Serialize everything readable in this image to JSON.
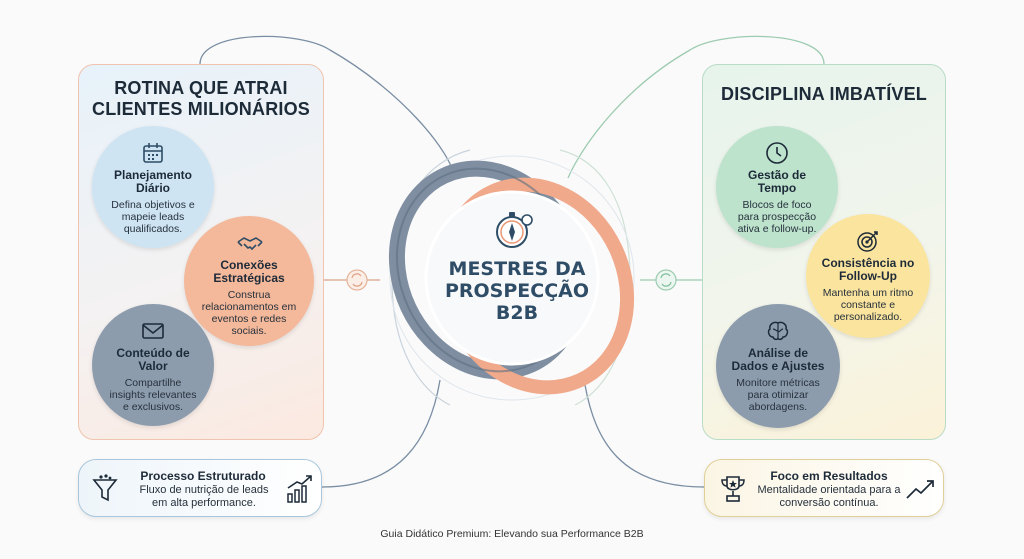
{
  "hub": {
    "title": "MESTRES DA PROSPECÇÃO B2B",
    "icon": "compass-gear-icon"
  },
  "left_panel": {
    "title": "ROTINA QUE ATRAI CLIENTES MILIONÁRIOS",
    "items": [
      {
        "title": "Planejamento Diário",
        "desc": "Defina objetivos e mapeie leads qualificados.",
        "icon": "calendar-icon"
      },
      {
        "title": "Conexões Estratégicas",
        "desc": "Construa relacionamentos em eventos e redes sociais.",
        "icon": "handshake-icon"
      },
      {
        "title": "Conteúdo de Valor",
        "desc": "Compartilhe insights relevantes e exclusivos.",
        "icon": "envelope-icon"
      }
    ]
  },
  "right_panel": {
    "title": "DISCIPLINA IMBATÍVEL",
    "items": [
      {
        "title": "Gestão de Tempo",
        "desc": "Blocos de foco para prospecção ativa e follow-up.",
        "icon": "clock-icon"
      },
      {
        "title": "Consistência no Follow-Up",
        "desc": "Mantenha um ritmo constante e personalizado.",
        "icon": "target-icon"
      },
      {
        "title": "Análise de Dados e Ajustes",
        "desc": "Monitore métricas para otimizar abordagens.",
        "icon": "brain-icon"
      }
    ]
  },
  "bottom_left": {
    "title": "Processo Estruturado",
    "desc": "Fluxo de nutrição de leads em alta performance.",
    "icons": [
      "funnel-icon",
      "growth-bars-icon"
    ]
  },
  "bottom_right": {
    "title": "Foco em Resultados",
    "desc": "Mentalidade orientada para a conversão contínua.",
    "icons": [
      "trophy-icon",
      "trend-arrow-icon"
    ]
  },
  "footer": "Guia Didático Premium: Elevando sua Performance B2B",
  "colors": {
    "blue": "#cfe4f3",
    "peach": "#f4b89a",
    "slate": "#8d9cad",
    "green": "#bde3cd",
    "yellow": "#fbe49e",
    "hub_text": "#2f4d66"
  }
}
